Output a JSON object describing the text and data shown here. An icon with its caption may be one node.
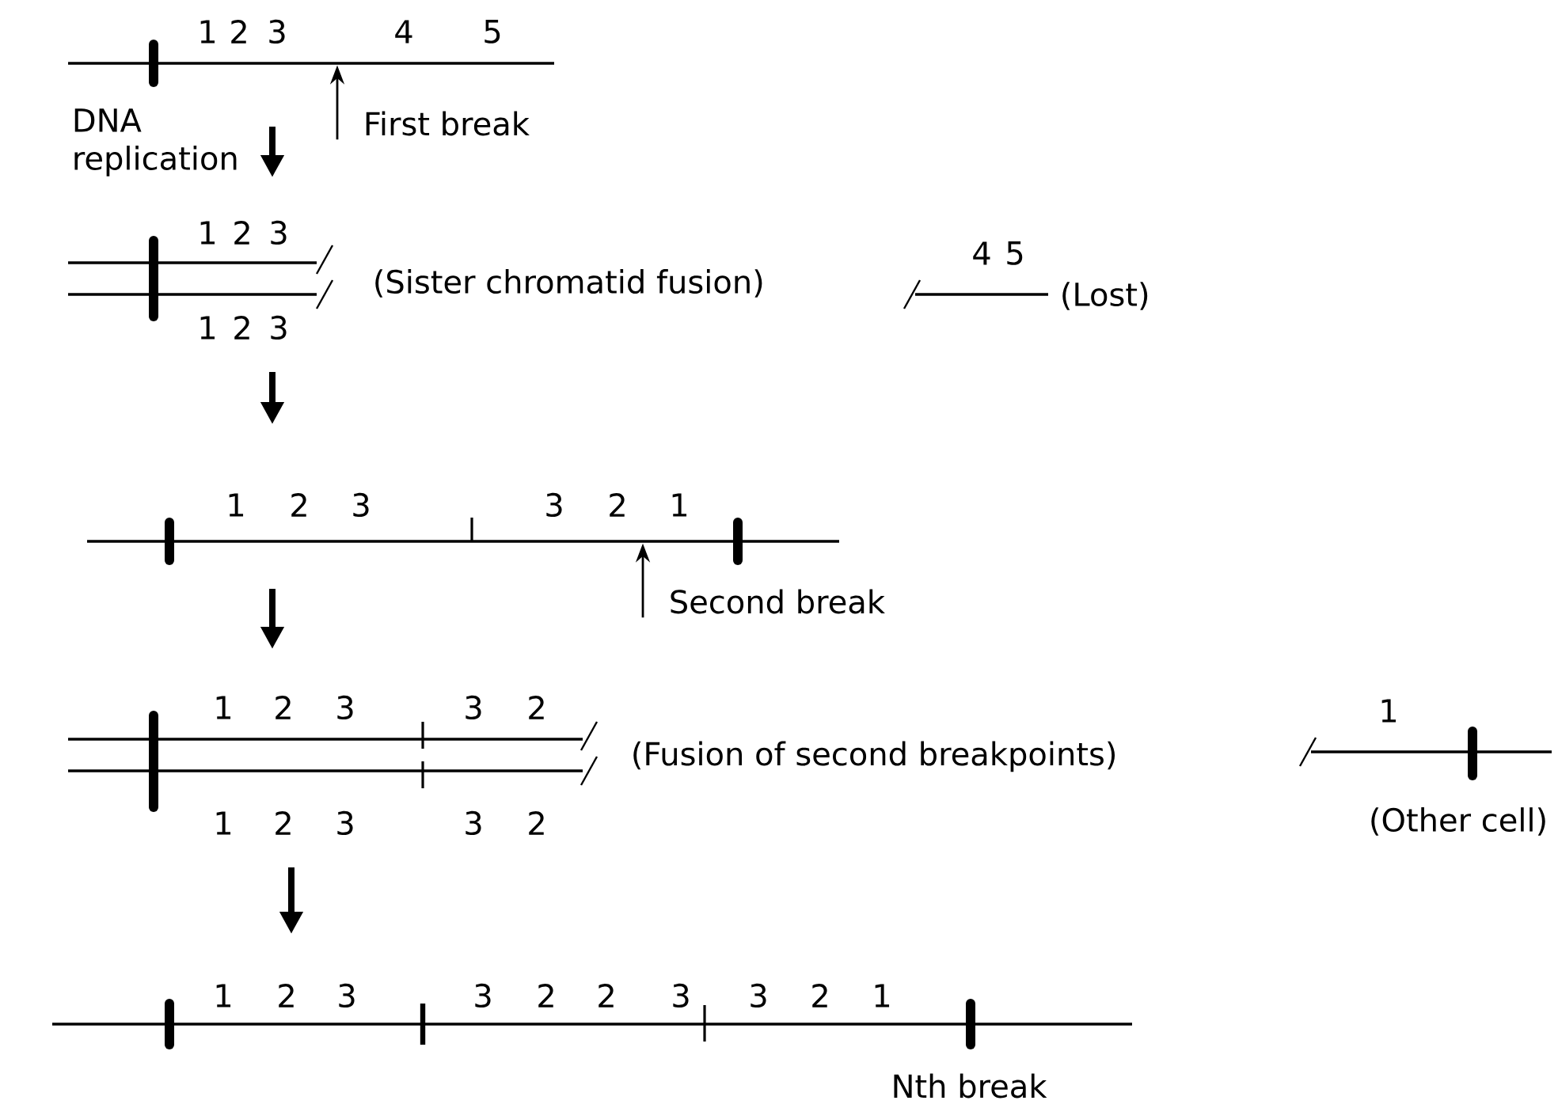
{
  "diagram": {
    "nodes": [
      {
        "text": [
          "First break"
        ]
      },
      {
        "text": [
          "Second break"
        ]
      },
      {
        "text": [],
        "shape": "bar"
      },
      {
        "text": [],
        "shape": "bar"
      }
    ],
    "edges": [
      {
        "from": 0,
        "to": 2,
        "arrow": "to"
      },
      {
        "from": 1,
        "to": 3,
        "arrow": "to"
      }
    ],
    "labels": [
      "1",
      "2",
      "3",
      "4",
      "5",
      "DNA replication",
      "1",
      "2",
      "3",
      "(Sister chromatid fusion)",
      "4",
      "5",
      "(Lost)",
      "1",
      "2",
      "3",
      "1",
      "2",
      "3",
      "3",
      "2",
      "1",
      "1",
      "2",
      "3",
      "3",
      "2",
      "(Fusion of second breakpoints)",
      "1",
      "1",
      "2",
      "3",
      "3",
      "2",
      "(Other cell)",
      "1",
      "2",
      "3",
      "3",
      "2",
      "2",
      "3",
      "3",
      "2",
      "1",
      "Nth break"
    ]
  }
}
